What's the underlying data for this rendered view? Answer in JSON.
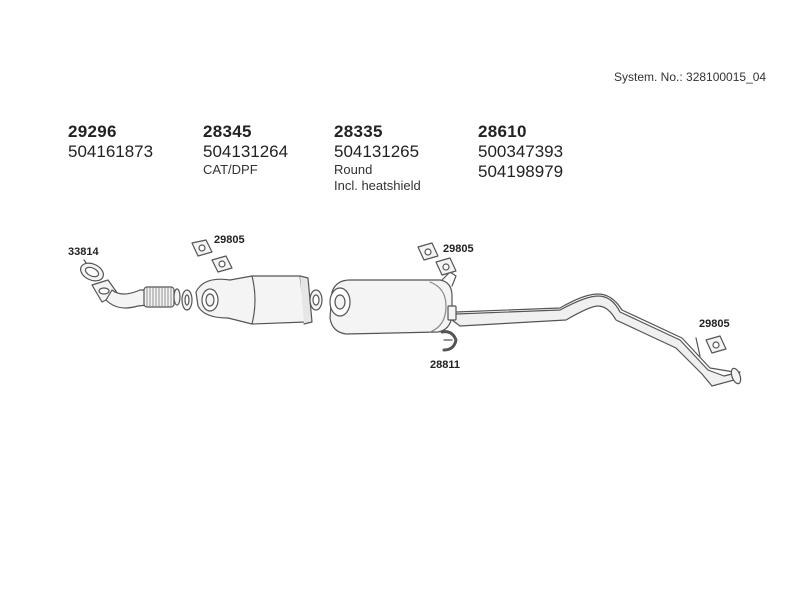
{
  "system_number": "System. No.: 328100015_04",
  "parts": [
    {
      "code": "29296",
      "oem": [
        "504161873"
      ],
      "notes": []
    },
    {
      "code": "28345",
      "oem": [
        "504131264"
      ],
      "notes": [
        "CAT/DPF"
      ]
    },
    {
      "code": "28335",
      "oem": [
        "504131265"
      ],
      "notes": [
        "Round",
        "Incl. heatshield"
      ]
    },
    {
      "code": "28610",
      "oem": [
        "500347393",
        "504198979"
      ],
      "notes": []
    }
  ],
  "callouts": {
    "gasket": "33814",
    "hanger_front": "29805",
    "hanger_mid": "29805",
    "hanger_rear": "29805",
    "clamp": "28811"
  },
  "colors": {
    "line": "#555555",
    "fill": "#f4f4f4",
    "shade": "#dcdcdc"
  }
}
